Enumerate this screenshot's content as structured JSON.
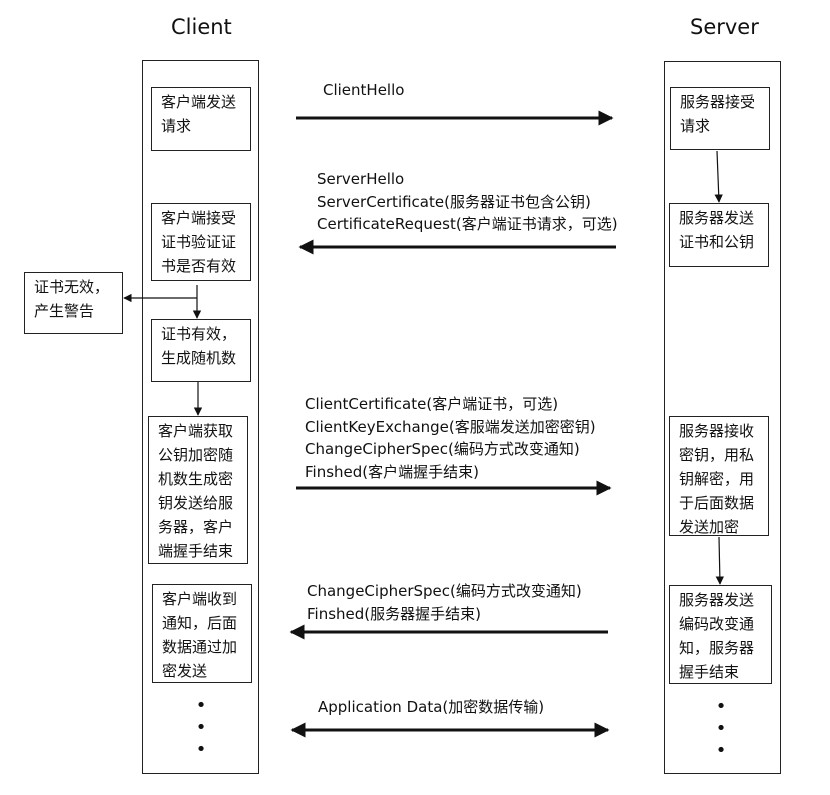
{
  "client_label": "Client",
  "server_label": "Server",
  "client_boxes": [
    {
      "text": "客户端发送请求"
    },
    {
      "text": "客户端接受证书验证证书是否有效"
    },
    {
      "text": "证书有效，生成随机数"
    },
    {
      "text": "客户端获取公钥加密随机数生成密钥发送给服务器，客户端握手结束"
    },
    {
      "text": "客户端收到通知，后面数据通过加密发送"
    }
  ],
  "invalid_box": {
    "text": "证书无效，产生警告"
  },
  "server_boxes": [
    {
      "text": "服务器接受请求"
    },
    {
      "text": "服务器发送证书和公钥"
    },
    {
      "text": "服务器接收密钥，用私钥解密，用于后面数据发送加密"
    },
    {
      "text": "服务器发送编码改变通知，服务器握手结束"
    }
  ],
  "messages": [
    {
      "lines": [
        "ClientHello"
      ],
      "direction": "to-server"
    },
    {
      "lines": [
        "ServerHello",
        "ServerCertificate(服务器证书包含公钥)",
        "CertificateRequest(客户端证书请求，可选)"
      ],
      "direction": "to-client"
    },
    {
      "lines": [
        "ClientCertificate(客户端证书，可选)",
        "ClientKeyExchange(客服端发送加密密钥)",
        "ChangeCipherSpec(编码方式改变通知)",
        "Finshed(客户端握手结束)"
      ],
      "direction": "to-server"
    },
    {
      "lines": [
        "ChangeCipherSpec(编码方式改变通知)",
        "Finshed(服务器握手结束)"
      ],
      "direction": "to-client"
    },
    {
      "lines": [
        "Application Data(加密数据传输)"
      ],
      "direction": "both"
    }
  ],
  "continuation": [
    "•",
    "•",
    "•"
  ]
}
